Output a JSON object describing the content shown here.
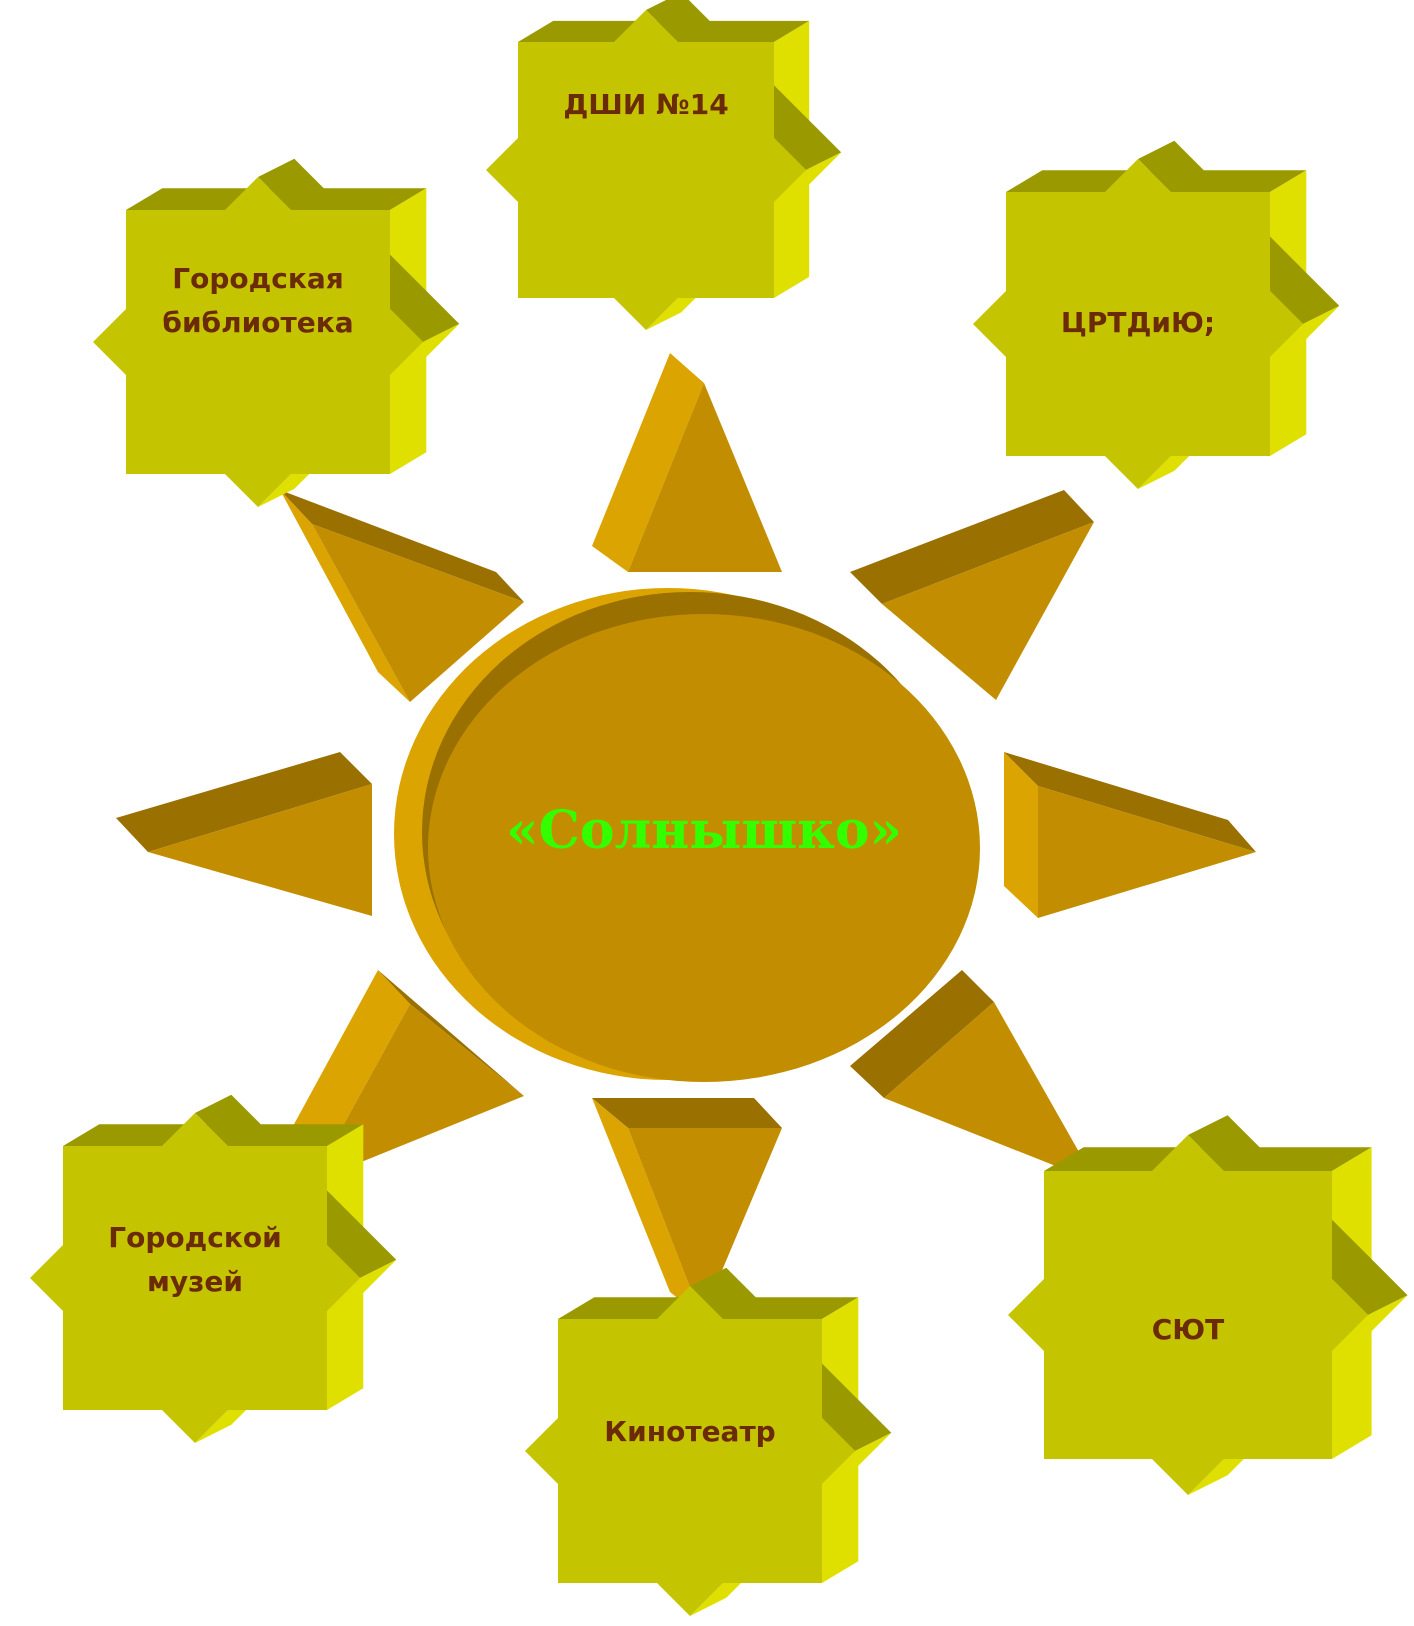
{
  "center": {
    "label": "«Солнышко»"
  },
  "nodes": [
    {
      "id": "dshi",
      "lines": [
        "ДШИ №14"
      ]
    },
    {
      "id": "library",
      "lines": [
        "Городская",
        "библиотека"
      ]
    },
    {
      "id": "crtdiu",
      "lines": [
        "ЦРТДиЮ;"
      ]
    },
    {
      "id": "museum",
      "lines": [
        "Городской",
        "музей"
      ]
    },
    {
      "id": "cinema",
      "lines": [
        "Кинотеатр"
      ]
    },
    {
      "id": "syut",
      "lines": [
        "СЮТ"
      ]
    }
  ],
  "colors": {
    "star_face": "#c4c400",
    "star_top": "#9a9a00",
    "star_side": "#e0e000",
    "sun_face": "#c28e00",
    "sun_rim": "#dca400",
    "sun_dark": "#9a7000",
    "label_text": "#6b2a08",
    "center_text": "#33ff00"
  }
}
